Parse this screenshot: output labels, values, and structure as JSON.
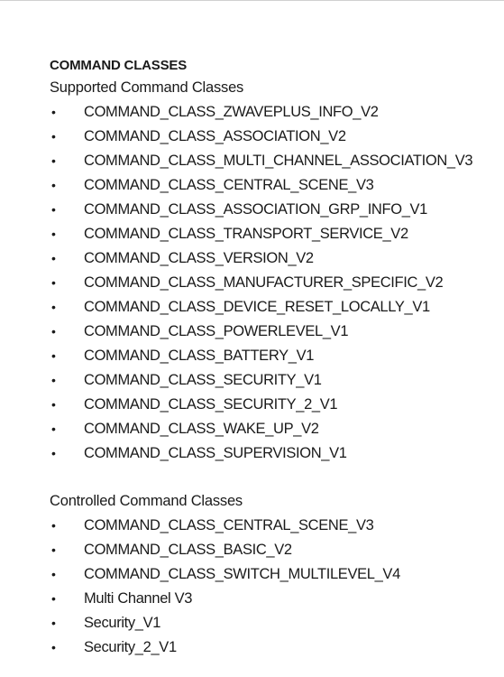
{
  "document": {
    "heading": "COMMAND CLASSES",
    "supported": {
      "title": "Supported Command Classes",
      "items": [
        "COMMAND_CLASS_ZWAVEPLUS_INFO_V2",
        "COMMAND_CLASS_ASSOCIATION_V2",
        "COMMAND_CLASS_MULTI_CHANNEL_ASSOCIATION_V3",
        "COMMAND_CLASS_CENTRAL_SCENE_V3",
        "COMMAND_CLASS_ASSOCIATION_GRP_INFO_V1",
        "COMMAND_CLASS_TRANSPORT_SERVICE_V2",
        "COMMAND_CLASS_VERSION_V2",
        "COMMAND_CLASS_MANUFACTURER_SPECIFIC_V2",
        "COMMAND_CLASS_DEVICE_RESET_LOCALLY_V1",
        "COMMAND_CLASS_POWERLEVEL_V1",
        "COMMAND_CLASS_BATTERY_V1",
        "COMMAND_CLASS_SECURITY_V1",
        "COMMAND_CLASS_SECURITY_2_V1",
        "COMMAND_CLASS_WAKE_UP_V2",
        "COMMAND_CLASS_SUPERVISION_V1"
      ]
    },
    "controlled": {
      "title": "Controlled Command Classes",
      "items": [
        "COMMAND_CLASS_CENTRAL_SCENE_V3",
        "COMMAND_CLASS_BASIC_V2",
        "COMMAND_CLASS_SWITCH_MULTILEVEL_V4",
        "Multi Channel V3",
        "Security_V1",
        "Security_2_V1"
      ]
    },
    "bullet_glyph": "•"
  }
}
